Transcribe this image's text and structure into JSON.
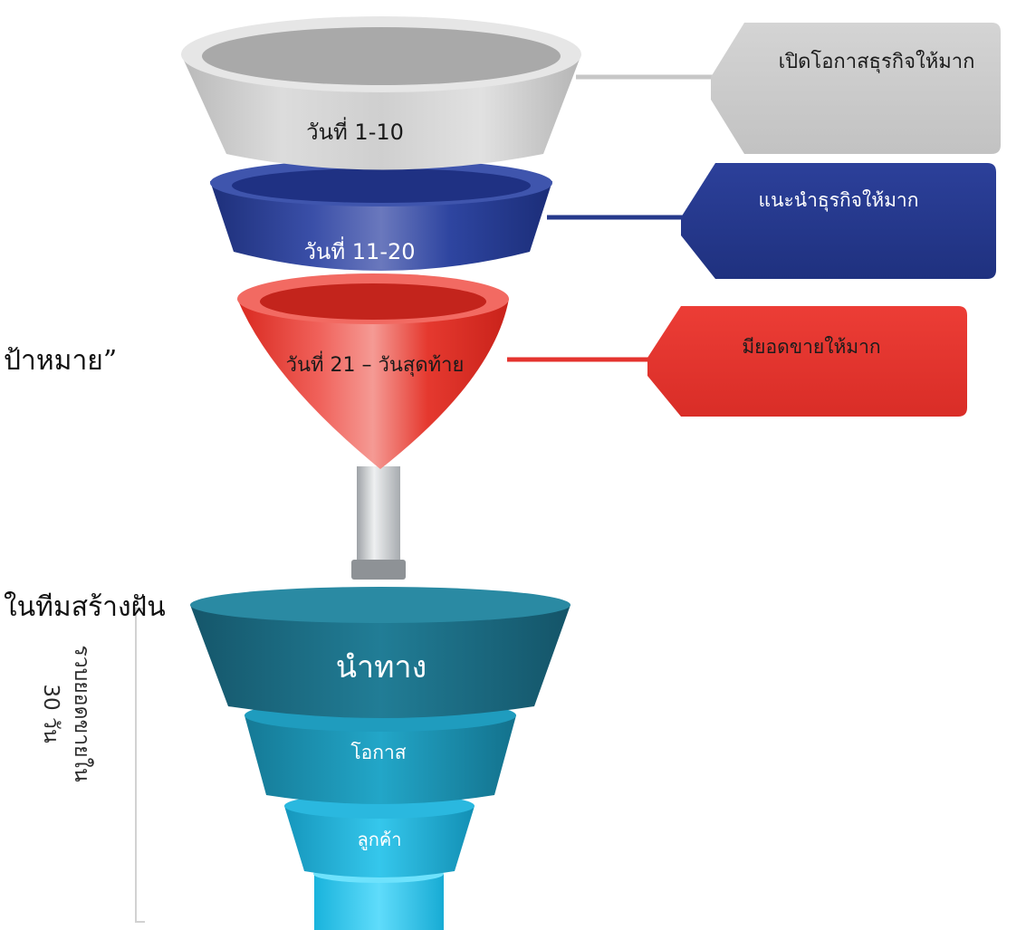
{
  "left_text": {
    "line1": "ป้าหมาย”",
    "line2": "ในทีมสร้างฝัน"
  },
  "top_funnel": {
    "stage1_label": "วันที่ 1-10",
    "stage2_label": "วันที่ 11-20",
    "stage3_label": "วันที่ 21 – วันสุดท้าย",
    "colors": {
      "gray": "#c9c9c9",
      "blue": "#263a8c",
      "red": "#e4332e",
      "spout": "#c8cbcd"
    }
  },
  "callouts": [
    {
      "text": "เปิดโอกาสธุรกิจให้มาก",
      "color": "#cfcfcf",
      "text_color": "#1c1c1c"
    },
    {
      "text": "แนะนำธุรกิจให้มาก",
      "color": "#263a8c",
      "text_color": "#ffffff"
    },
    {
      "text": "มียอดขายให้มาก",
      "color": "#e4332e",
      "text_color": "#1c1c1c"
    }
  ],
  "bottom_funnel": {
    "tier1_label": "นำทาง",
    "tier2_label": "โอกาส",
    "tier3_label": "ลูกค้า",
    "colors": {
      "tier1": "#1e6f86",
      "tier2": "#1a94b3",
      "tier3": "#18b5dd",
      "base": "#23c8f0"
    }
  },
  "bracket_label": {
    "line1": "รวบยอดขายใน",
    "line2": "30 วัน"
  }
}
